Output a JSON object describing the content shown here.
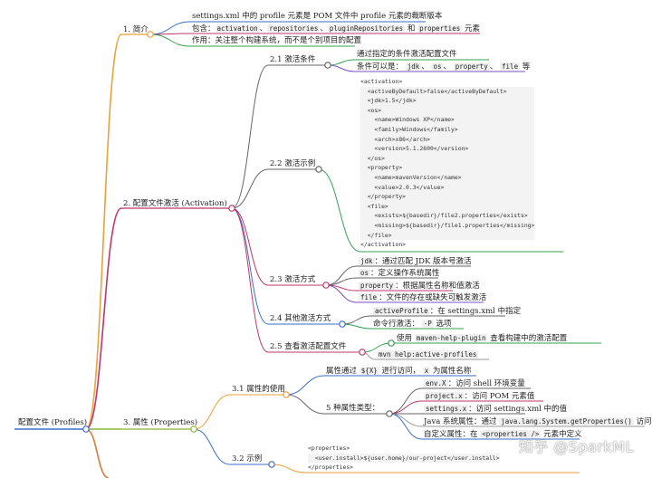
{
  "root": {
    "label": "配置文件 (Profiles)"
  },
  "intro": {
    "label": "1. 简介",
    "line1": "settings.xml 中的 profile 元素是 POM 文件中 profile 元素的裁断版本",
    "line2_prefix": "包含：",
    "line2_codes": [
      "activation",
      "repositories",
      "pluginRepositories",
      "properties"
    ],
    "line2_seps": [
      "、",
      "、",
      " 和 "
    ],
    "line2_suffix": "元素",
    "line3": "作用：关注整个构建系统，而不是个别项目的配置"
  },
  "activation": {
    "label": "2. 配置文件激活 (Activation)",
    "conditions": {
      "label": "2.1 激活条件",
      "line1": "通过指定的条件激活配置文件",
      "line2_prefix": "条件可以是：",
      "codes": [
        "jdk",
        "os",
        "property",
        "file"
      ],
      "suffix": "等"
    },
    "example": {
      "label": "2.2 激活示例",
      "code_lines": [
        "<activation>",
        "  <activeByDefault>false</activeByDefault>",
        "  <jdk>1.5</jdk>",
        "  <os>",
        "    <name>Windows XP</name>",
        "    <family>Windows</family>",
        "    <arch>x86</arch>",
        "    <version>5.1.2600</version>",
        "  </os>",
        "  <property>",
        "    <name>mavenVersion</name>",
        "    <value>2.0.3</value>",
        "  </property>",
        "  <file>",
        "    <exists>${basedir}/file2.properties</exists>",
        "    <missing>${basedir}/file1.properties</missing>",
        "  </file>",
        "</activation>"
      ]
    },
    "methods": {
      "label": "2.3 激活方式",
      "items": [
        {
          "code": "jdk",
          "text": "：通过匹配 JDK 版本号激活"
        },
        {
          "code": "os",
          "text": "：定义操作系统属性"
        },
        {
          "code": "property",
          "text": "：根据属性名称和值激活"
        },
        {
          "code": "file",
          "text": "：文件的存在或缺失可触发激活"
        }
      ]
    },
    "other": {
      "label": "2.4 其他激活方式",
      "line1_code": "activeProfile",
      "line1_text": "：在 settings.xml 中指定",
      "line2_text": "命令行激活：",
      "line2_code": "-P",
      "line2_suffix": "选项"
    },
    "view": {
      "label": "2.5 查看激活配置文件",
      "line1_prefix": "使用",
      "line1_code": "maven-help-plugin",
      "line1_suffix": "查看构建中的激活配置",
      "line2_code": "mvn help:active-profiles"
    }
  },
  "properties": {
    "label": "3. 属性 (Properties)",
    "usage": {
      "label": "3.1 属性的使用",
      "line1_prefix": "属性通过",
      "line1_code1": "${X}",
      "line1_mid": "进行访问，",
      "line1_code2": "x",
      "line1_suffix": "为属性名称",
      "types_label": "5 种属性类型：",
      "types": [
        {
          "code": "env.X",
          "text": "：访问 shell 环境变量"
        },
        {
          "code": "project.x",
          "text": "：访问 POM 元素值"
        },
        {
          "code": "settings.x",
          "text": "：访问 settings.xml 中的值"
        },
        {
          "prefix": "Java 系统属性：通过",
          "code": "java.lang.System.getProperties()",
          "text": "访问"
        },
        {
          "prefix": "自定义属性：在",
          "code": "<properties />",
          "text": "元素中定义"
        }
      ]
    },
    "example": {
      "label": "3.2 示例",
      "code_lines": [
        "<properties>",
        "  <user.install>${user.home}/our-project</user.install>",
        "</properties>"
      ]
    }
  },
  "watermark": "知乎 @SparkML",
  "colors": {
    "intro": "#e8a23a",
    "activation": "#c0356b",
    "properties": "#8ab531",
    "bottom": "#e07a3a",
    "blue": "#3a6ec7",
    "green": "#36a050",
    "purple": "#7a4fc2",
    "teal": "#2a9a9a",
    "gray": "#9a9a9a",
    "dark": "#666666"
  }
}
